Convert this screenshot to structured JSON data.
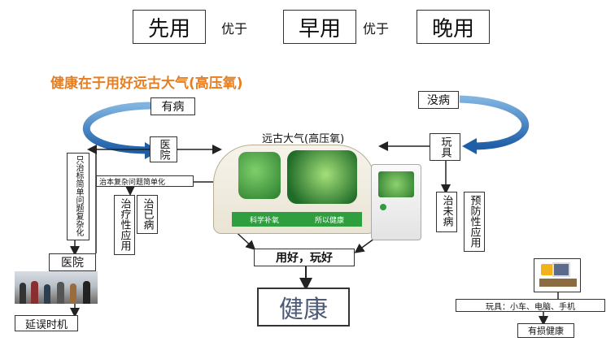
{
  "top_row": {
    "first": "先用",
    "better1": "优于",
    "second": "早用",
    "better2": "优于",
    "third": "晚用"
  },
  "headline": "健康在于用好远古大气(高压氧)",
  "machine_title": "远古大气(高压氧)",
  "machine_band_left": "科学补氧",
  "machine_band_right": "所以健康",
  "boxes": {
    "sick": "有病",
    "hospital_mid": "医院",
    "simple_fix": "只治标简单问题复杂化",
    "treat_root": "治本复杂问题简单化",
    "treat_existing": "治已病",
    "treatment_use": "治疗性应用",
    "hospital_left": "医院",
    "delay": "延误时机",
    "no_illness": "没病",
    "toy": "玩具",
    "prevent_future": "治未病",
    "preventive_use": "预防性应用",
    "use_well": "用好，玩好",
    "health": "健康",
    "toys_list": "玩具：小车、电脑、手机",
    "harm_health": "有损健康"
  },
  "colors": {
    "headline": "#e67e22",
    "arrow_blue": "#1f6fb8",
    "machine_green": "#2e9e3e",
    "health_text": "#4a5a78"
  }
}
